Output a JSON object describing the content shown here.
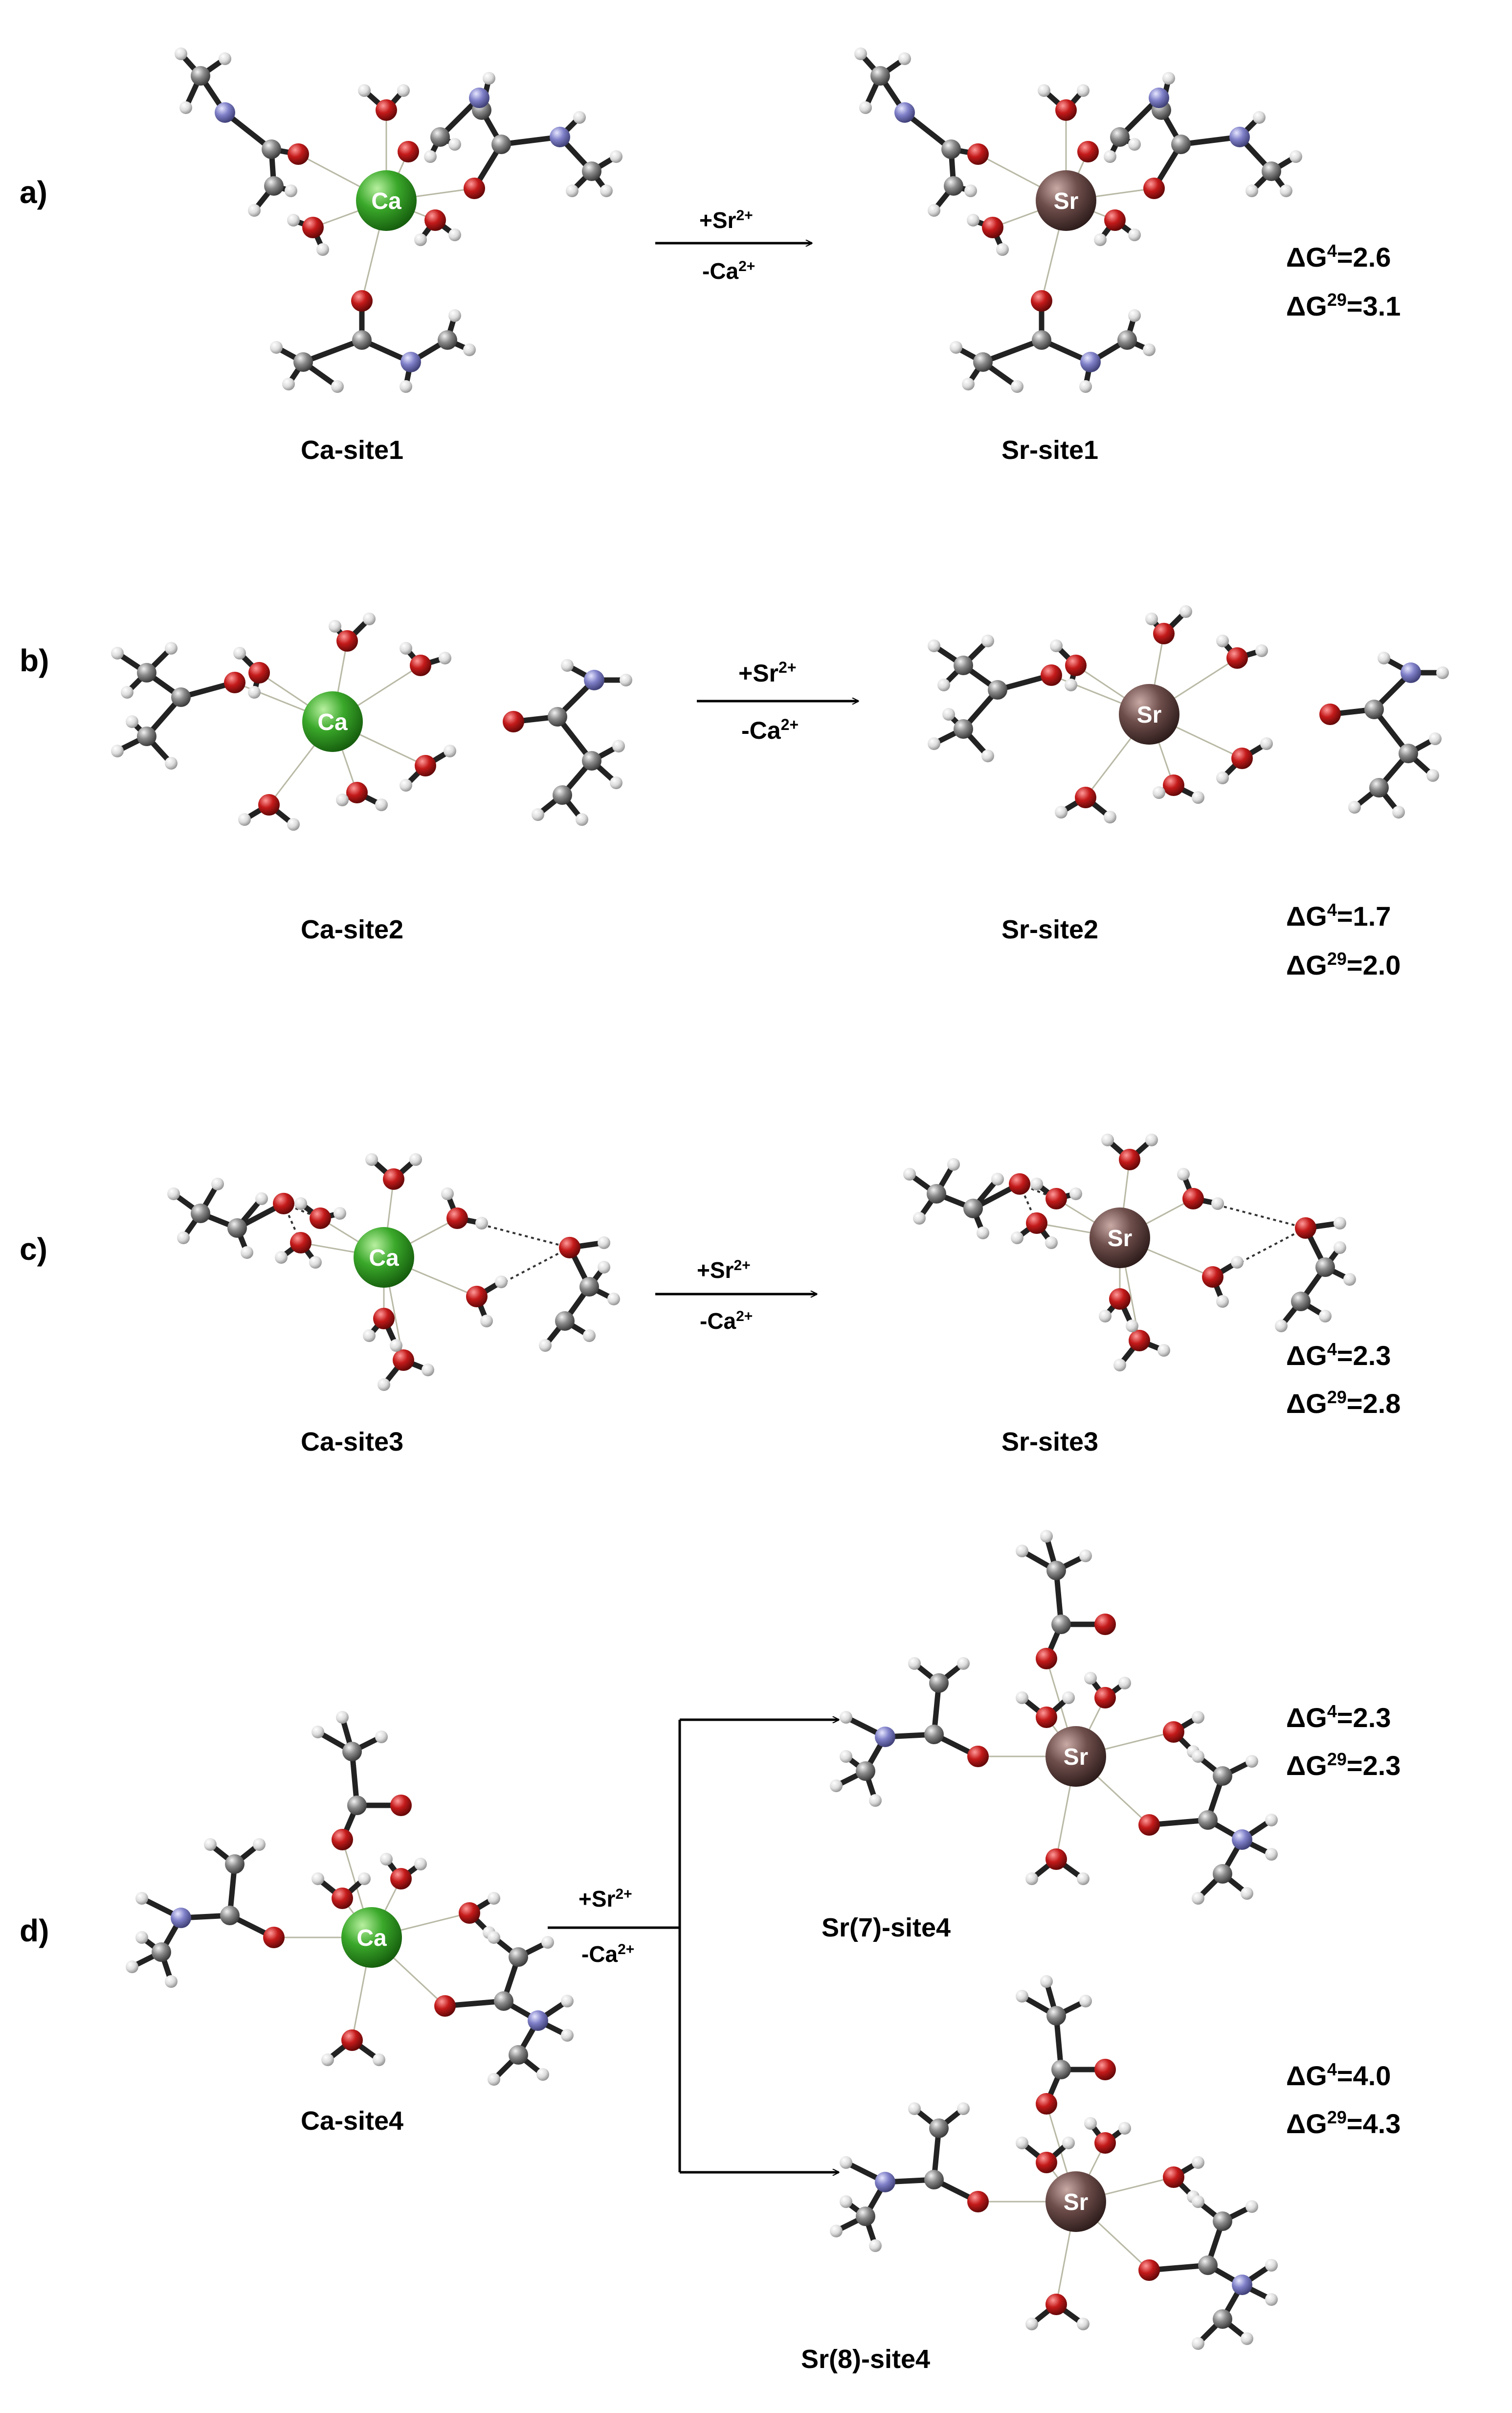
{
  "panels": [
    {
      "label": "a)",
      "reactant": "Ca-site1",
      "arrow_top": "+Sr",
      "arrow_top_sup": "2+",
      "arrow_bottom": "-Ca",
      "arrow_bottom_sup": "2+",
      "products": [
        {
          "name": "Sr-site1",
          "dg4": "ΔG",
          "dg4_sup": "4",
          "dg4_val": "=2.6",
          "dg29": "ΔG",
          "dg29_sup": "29",
          "dg29_val": "=3.1"
        }
      ]
    },
    {
      "label": "b)",
      "reactant": "Ca-site2",
      "arrow_top": "+Sr",
      "arrow_top_sup": "2+",
      "arrow_bottom": "-Ca",
      "arrow_bottom_sup": "2+",
      "products": [
        {
          "name": "Sr-site2",
          "dg4": "ΔG",
          "dg4_sup": "4",
          "dg4_val": "=1.7",
          "dg29": "ΔG",
          "dg29_sup": "29",
          "dg29_val": "=2.0"
        }
      ]
    },
    {
      "label": "c)",
      "reactant": "Ca-site3",
      "arrow_top": "+Sr",
      "arrow_top_sup": "2+",
      "arrow_bottom": "-Ca",
      "arrow_bottom_sup": "2+",
      "products": [
        {
          "name": "Sr-site3",
          "dg4": "ΔG",
          "dg4_sup": "4",
          "dg4_val": "=2.3",
          "dg29": "ΔG",
          "dg29_sup": "29",
          "dg29_val": "=2.8"
        }
      ]
    },
    {
      "label": "d)",
      "reactant": "Ca-site4",
      "arrow_top": "+Sr",
      "arrow_top_sup": "2+",
      "arrow_bottom": "-Ca",
      "arrow_bottom_sup": "2+",
      "products": [
        {
          "name": "Sr(7)-site4",
          "dg4": "ΔG",
          "dg4_sup": "4",
          "dg4_val": "=2.3",
          "dg29": "ΔG",
          "dg29_sup": "29",
          "dg29_val": "=2.3"
        },
        {
          "name": "Sr(8)-site4",
          "dg4": "ΔG",
          "dg4_sup": "4",
          "dg4_val": "=4.0",
          "dg29": "ΔG",
          "dg29_sup": "29",
          "dg29_val": "=4.3"
        }
      ]
    }
  ],
  "metal_labels": {
    "ca": "Ca",
    "sr": "Sr"
  },
  "colors": {
    "calcium": "#3aa82a",
    "strontium": "#6e4e4b",
    "oxygen": "#c41a1a",
    "nitrogen": "#7f80c8",
    "carbon": "#8a8a8a",
    "hydrogen": "#e6e6e6",
    "bond": "#222222",
    "text": "#000000"
  }
}
